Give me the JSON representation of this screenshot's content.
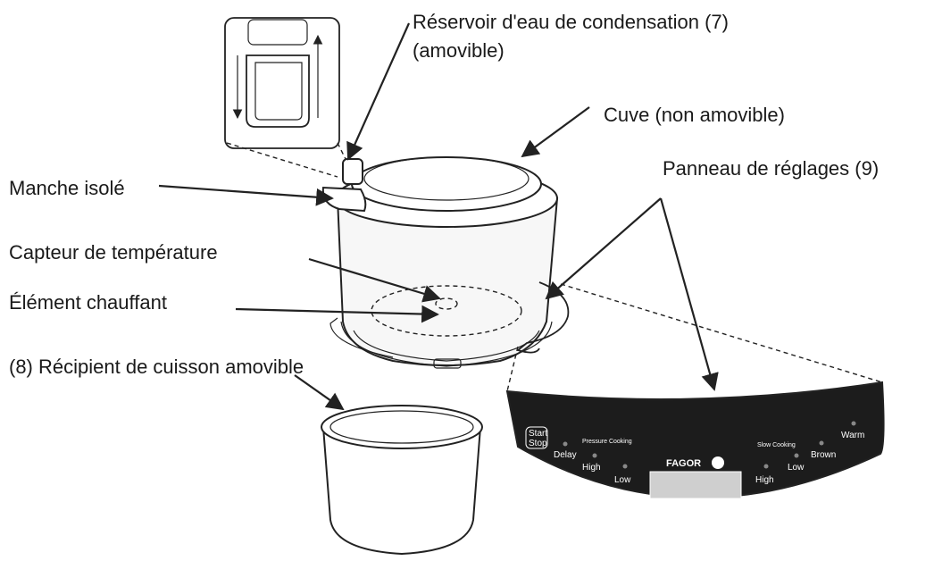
{
  "labels": {
    "reservoir_line1": "Réservoir d'eau de condensation (7)",
    "reservoir_line2": "(amovible)",
    "cuve": "Cuve (non amovible)",
    "panneau": "Panneau de réglages (9)",
    "manche": "Manche isolé",
    "capteur": "Capteur de température",
    "element": "Élément chauffant",
    "recipient": "(8) Récipient de cuisson amovible"
  },
  "panel": {
    "start": "Start",
    "stop": "Stop",
    "delay": "Delay",
    "group_left": "Pressure Cooking",
    "high_left": "High",
    "low_left": "Low",
    "brand": "FAGOR",
    "group_right": "Slow Cooking",
    "high_right": "High",
    "low_right": "Low",
    "brown": "Brown",
    "warm": "Warm"
  },
  "colors": {
    "ink": "#1a1a1a",
    "panel": "#1c1c1c",
    "display": "#cfcfcf"
  }
}
